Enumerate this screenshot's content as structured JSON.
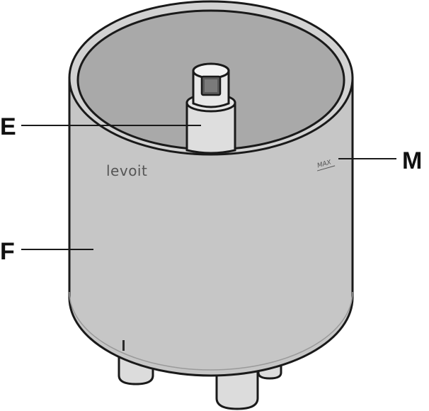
{
  "callouts": {
    "e": "E",
    "f": "F",
    "m": "M"
  },
  "device": {
    "brand": "levoit",
    "max_mark": "MAX"
  },
  "colors": {
    "body_fill": "#c6c6c6",
    "inner_fill": "#a9a9a9",
    "outline": "#1a1a1a",
    "background": "#ffffff"
  }
}
